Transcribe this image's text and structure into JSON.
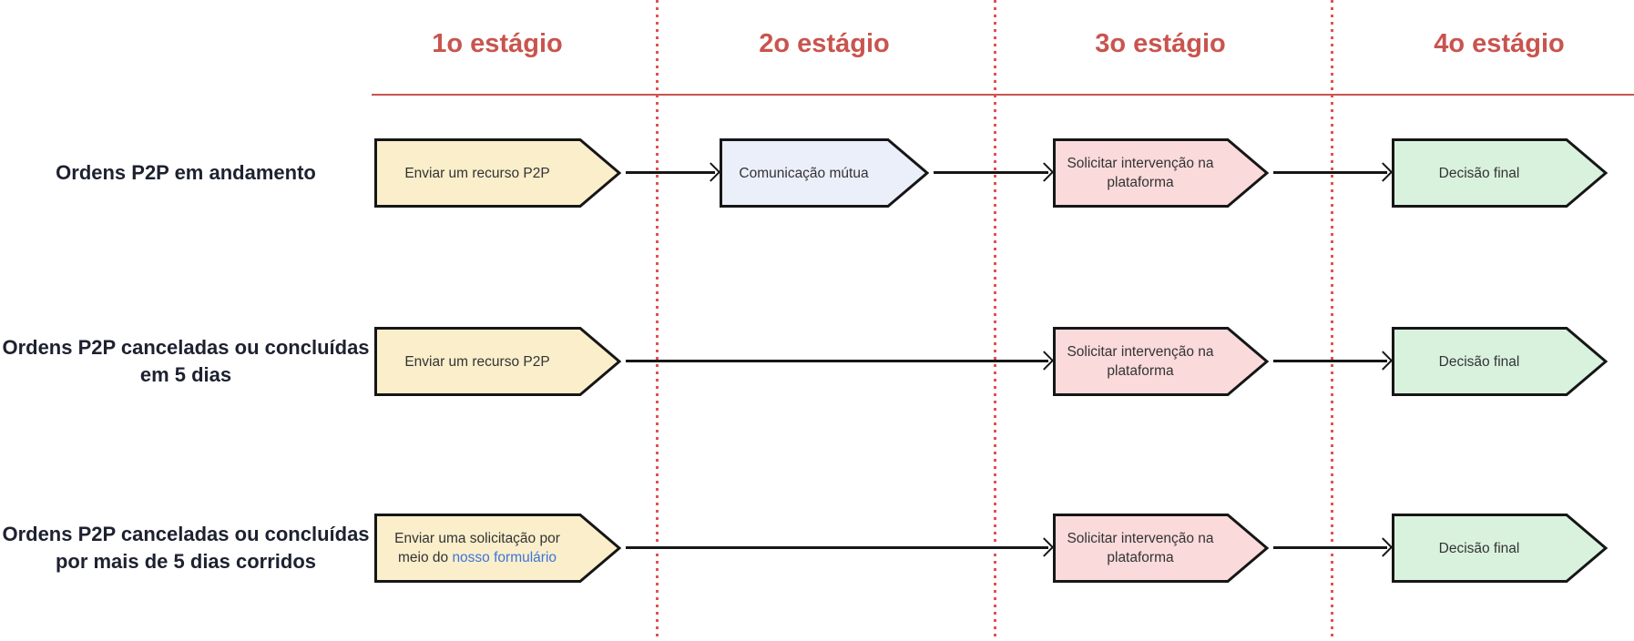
{
  "colors": {
    "stage_header": "#c9544e",
    "header_rule": "#c9544e",
    "stage_divider_dots": "#e25050",
    "box_border": "#161616",
    "arrow": "#161616",
    "row_label_text": "#1d2130",
    "box_text": "#333333",
    "link_blue": "#3d74d9",
    "yellow_fill": "#faeecb",
    "blue_fill": "#ebeffa",
    "pink_fill": "#fadadb",
    "green_fill": "#d9f2de"
  },
  "stages": [
    {
      "label": "1o estágio"
    },
    {
      "label": "2o estágio"
    },
    {
      "label": "3o estágio"
    },
    {
      "label": "4o estágio"
    }
  ],
  "rows": [
    {
      "label_lines": [
        "Ordens P2P em andamento"
      ],
      "steps": {
        "stage1": {
          "lines": [
            "Enviar um recurso P2P"
          ]
        },
        "stage2": {
          "lines": [
            "Comunicação mútua"
          ]
        },
        "stage3": {
          "lines": [
            "Solicitar intervenção na",
            "plataforma"
          ]
        },
        "stage4": {
          "lines": [
            "Decisão final"
          ]
        }
      }
    },
    {
      "label_lines": [
        "Ordens P2P canceladas ou concluídas",
        "em 5 dias"
      ],
      "steps": {
        "stage1": {
          "lines": [
            "Enviar um recurso P2P"
          ]
        },
        "stage3": {
          "lines": [
            "Solicitar intervenção na",
            "plataforma"
          ]
        },
        "stage4": {
          "lines": [
            "Decisão final"
          ]
        }
      }
    },
    {
      "label_lines": [
        "Ordens P2P canceladas ou concluídas",
        "por mais de 5 dias corridos"
      ],
      "steps": {
        "stage1": {
          "line1": "Enviar uma solicitação por",
          "line2_prefix": "meio do ",
          "link_text": "nosso formulário"
        },
        "stage3": {
          "lines": [
            "Solicitar intervenção na",
            "plataforma"
          ]
        },
        "stage4": {
          "lines": [
            "Decisão final"
          ]
        }
      }
    }
  ]
}
